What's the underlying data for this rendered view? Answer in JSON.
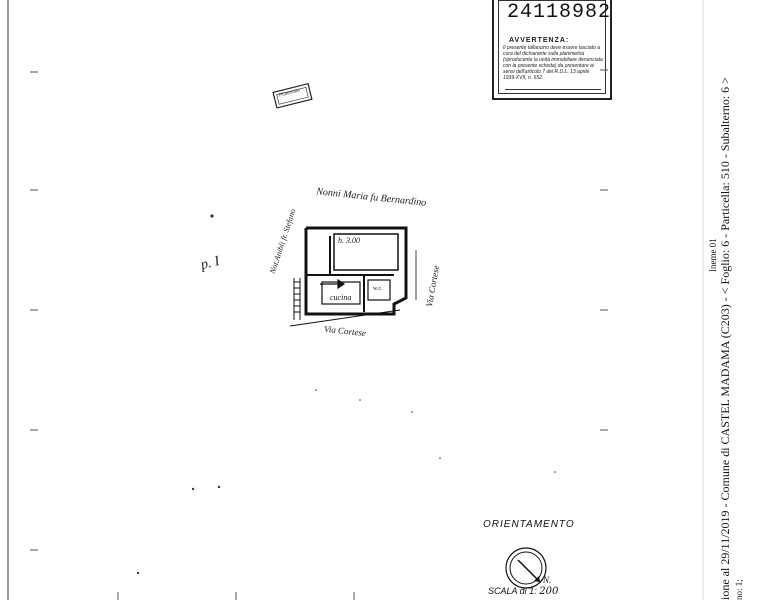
{
  "stamp": {
    "number": "24118982",
    "title": "AVVERTENZA:",
    "text": "Il presente tallancino deve essere lasciato a cura del dichiarante sulla planimetria (riproducente la unità immobiliare denunciata con la presente scheda) da presentare ai sensi dell'articolo 7 del R.D.L. 13 aprile 1939-XVII, n. 652."
  },
  "side_caption": {
    "line1": "ione al 29/11/2019 - Comune di CASTEL MADAMA (C203) - < Foglio: 6 - Particella: 510 - Subalterno: 6 >",
    "line2": "no: 1;"
  },
  "vertical_stamp": "Ineme 01",
  "plan": {
    "neighbor_top": "Nonni Maria fu Bernardino",
    "neighbor_left": "Not.Anibli fr. Stefano",
    "street_bottom": "Via Cortese",
    "street_right": "Via Cortese",
    "room_height": "h. 3.00",
    "room_label": "cucina",
    "small_room": "w.c.",
    "floor_label": "p. I",
    "small_stamp": "Pianerotto"
  },
  "orientation_label": "ORIENTAMENTO",
  "orientation_north": "N.",
  "scale": {
    "prefix": "SCALA di 1:",
    "value": "200"
  }
}
